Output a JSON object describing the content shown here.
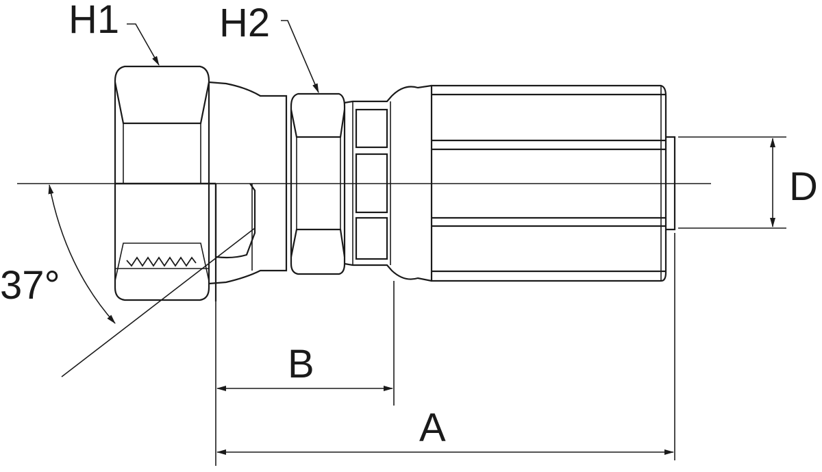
{
  "labels": {
    "h1": "H1",
    "h2": "H2",
    "d": "D",
    "angle": "37°",
    "b": "B",
    "a": "A"
  },
  "colors": {
    "stroke": "#1a1a1a",
    "background": "#ffffff"
  }
}
